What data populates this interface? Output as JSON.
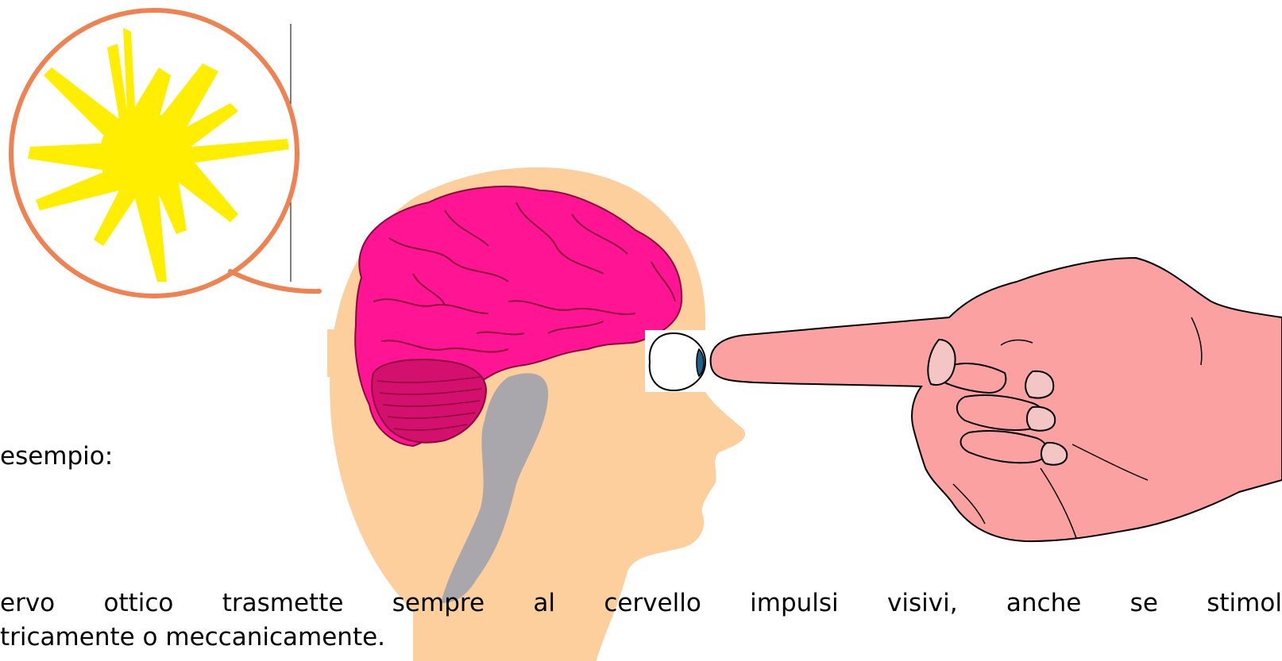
{
  "slide": {
    "example_label": "esempio:",
    "body_line1_words": [
      "ervo",
      "ottico",
      "trasmette",
      "sempre",
      "al",
      "cervello",
      "impulsi",
      "visivi,",
      "anche",
      "se",
      "stimol"
    ],
    "body_line2": "tricamente o meccanicamente."
  },
  "illustration": {
    "flash_icon": "starburst-flash",
    "brain_icon": "brain",
    "head_icon": "head-silhouette",
    "eye_icon": "eyeball",
    "hand_icon": "pointing-hand",
    "colors": {
      "callout_ring": "#f08150",
      "flash": "#ffee00",
      "skin": "#fccf9c",
      "brain": "#ff1493",
      "brain_lines": "#8b0a3a",
      "spine": "#a9a7ab",
      "hand": "#fba1a1"
    }
  }
}
